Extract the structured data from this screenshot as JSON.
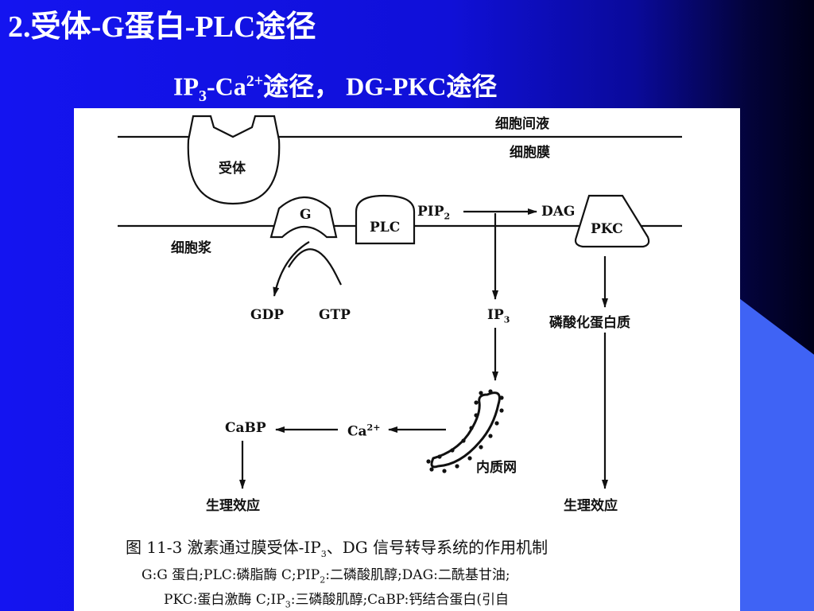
{
  "slide": {
    "title": "2.受体-G蛋白-PLC途径",
    "subtitle_parts": {
      "ip": "IP",
      "ip_sub": "3",
      "dash_ca": "-Ca",
      "ca_sup": "2+",
      "tail": "途径，  DG-PKC途径"
    }
  },
  "diagram": {
    "extracellular": "细胞间液",
    "membrane": "细胞膜",
    "cytoplasm": "细胞浆",
    "receptor": "受体",
    "g_protein": "G",
    "plc": "PLC",
    "pip2": {
      "text": "PIP",
      "sub": "2"
    },
    "dag": "DAG",
    "pkc": "PKC",
    "gdp": "GDP",
    "gtp": "GTP",
    "ip3": {
      "text": "IP",
      "sub": "3"
    },
    "phospho_protein": "磷酸化蛋白质",
    "cabp": "CaBP",
    "ca": {
      "text": "Ca",
      "sup": "2+"
    },
    "er": "内质网",
    "effect_left": "生理效应",
    "effect_right": "生理效应"
  },
  "caption": {
    "line1_a": "图 11-3   激素通过膜受体-IP",
    "line1_sub": "3",
    "line1_b": "、DG 信号转导系统的作用机制",
    "line2_a": "G:G 蛋白;PLC:磷脂酶 C;PIP",
    "line2_sub": "2",
    "line2_b": ":二磷酸肌醇;DAG:二酰基甘油;",
    "line3_a": "PKC:蛋白激酶 C;IP",
    "line3_sub": "3",
    "line3_b": ":三磷酸肌醇;CaBP:钙结合蛋白(引自"
  }
}
